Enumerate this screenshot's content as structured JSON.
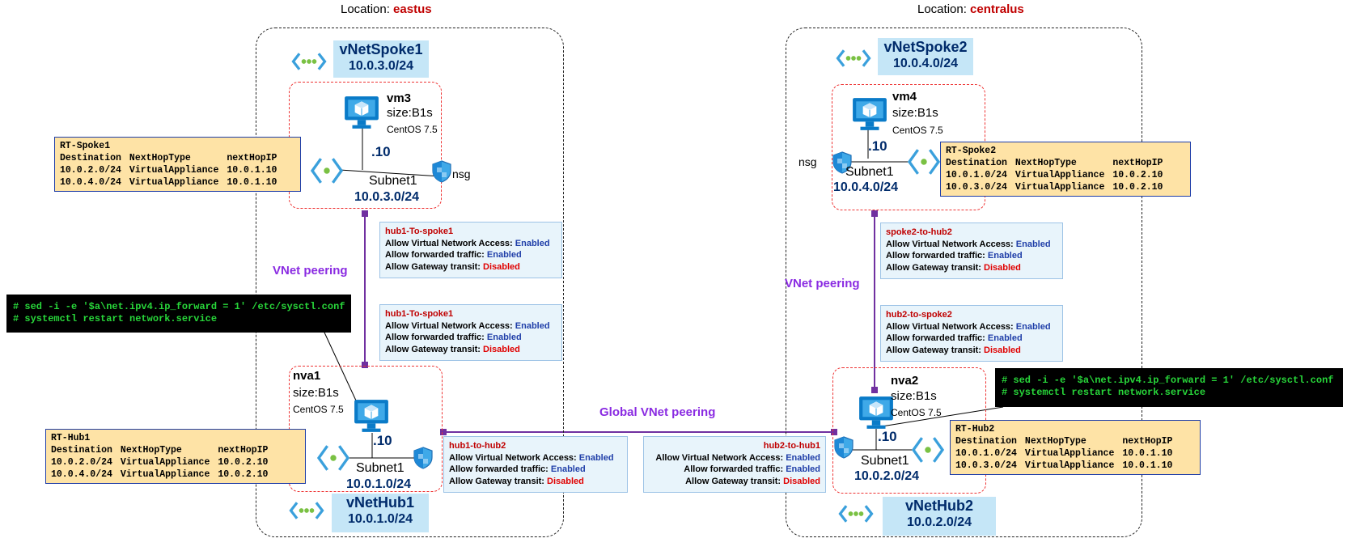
{
  "locations": {
    "east": {
      "prefix": "Location: ",
      "name": "eastus"
    },
    "central": {
      "prefix": "Location: ",
      "name": "centralus"
    }
  },
  "vnets": {
    "spoke1": {
      "name": "vNetSpoke1",
      "cidr": "10.0.3.0/24"
    },
    "spoke2": {
      "name": "vNetSpoke2",
      "cidr": "10.0.4.0/24"
    },
    "hub1": {
      "name": "vNetHub1",
      "cidr": "10.0.1.0/24"
    },
    "hub2": {
      "name": "vNetHub2",
      "cidr": "10.0.2.0/24"
    }
  },
  "vms": {
    "vm3": {
      "name": "vm3",
      "size": "size:B1s",
      "os": "CentOS 7.5",
      "ip": ".10",
      "subnet": "Subnet1",
      "subnet_cidr": "10.0.3.0/24",
      "nsg": "nsg"
    },
    "vm4": {
      "name": "vm4",
      "size": "size:B1s",
      "os": "CentOS 7.5",
      "ip": ".10",
      "subnet": "Subnet1",
      "subnet_cidr": "10.0.4.0/24",
      "nsg": "nsg"
    },
    "nva1": {
      "name": "nva1",
      "size": "size:B1s",
      "os": "CentOS 7.5",
      "ip": ".10",
      "subnet": "Subnet1",
      "subnet_cidr": "10.0.1.0/24"
    },
    "nva2": {
      "name": "nva2",
      "size": "size:B1s",
      "os": "CentOS 7.5",
      "ip": ".10",
      "subnet": "Subnet1",
      "subnet_cidr": "10.0.2.0/24"
    }
  },
  "route_tables": {
    "spoke1": {
      "title": "RT-Spoke1",
      "headers": [
        "Destination",
        "NextHopType",
        "nextHopIP"
      ],
      "rows": [
        [
          "10.0.2.0/24",
          "VirtualAppliance",
          "10.0.1.10"
        ],
        [
          "10.0.4.0/24",
          "VirtualAppliance",
          "10.0.1.10"
        ]
      ]
    },
    "spoke2": {
      "title": "RT-Spoke2",
      "headers": [
        "Destination",
        "NextHopType",
        "nextHopIP"
      ],
      "rows": [
        [
          "10.0.1.0/24",
          "VirtualAppliance",
          "10.0.2.10"
        ],
        [
          "10.0.3.0/24",
          "VirtualAppliance",
          "10.0.2.10"
        ]
      ]
    },
    "hub1": {
      "title": "RT-Hub1",
      "headers": [
        "Destination",
        "NextHopType",
        "nextHopIP"
      ],
      "rows": [
        [
          "10.0.2.0/24",
          "VirtualAppliance",
          "10.0.2.10"
        ],
        [
          "10.0.4.0/24",
          "VirtualAppliance",
          "10.0.2.10"
        ]
      ]
    },
    "hub2": {
      "title": "RT-Hub2",
      "headers": [
        "Destination",
        "NextHopType",
        "nextHopIP"
      ],
      "rows": [
        [
          "10.0.1.0/24",
          "VirtualAppliance",
          "10.0.1.10"
        ],
        [
          "10.0.3.0/24",
          "VirtualAppliance",
          "10.0.1.10"
        ]
      ]
    }
  },
  "peering_labels": {
    "vnet_peering": "VNet peering",
    "global": "Global VNet peering"
  },
  "peerings": {
    "p1": {
      "title": "hub1-To-spoke1",
      "vna_label": "Allow Virtual Network Access: ",
      "vna": "Enabled",
      "fwd_label": "Allow forwarded traffic: ",
      "fwd": "Enabled",
      "gw_label": "Allow Gateway transit: ",
      "gw": "Disabled"
    },
    "p2": {
      "title": "hub1-To-spoke1",
      "vna_label": "Allow Virtual Network Access: ",
      "vna": "Enabled",
      "fwd_label": "Allow forwarded traffic: ",
      "fwd": "Enabled",
      "gw_label": "Allow Gateway transit: ",
      "gw": "Disabled"
    },
    "p3": {
      "title": "spoke2-to-hub2",
      "vna_label": "Allow Virtual Network Access: ",
      "vna": "Enabled",
      "fwd_label": "Allow forwarded traffic: ",
      "fwd": "Enabled",
      "gw_label": "Allow Gateway transit: ",
      "gw": "Disabled"
    },
    "p4": {
      "title": "hub2-to-spoke2",
      "vna_label": "Allow Virtual Network Access: ",
      "vna": "Enabled",
      "fwd_label": "Allow forwarded traffic: ",
      "fwd": "Enabled",
      "gw_label": "Allow Gateway transit: ",
      "gw": "Disabled"
    },
    "p5": {
      "title": "hub1-to-hub2",
      "vna_label": "Allow Virtual Network Access: ",
      "vna": "Enabled",
      "fwd_label": "Allow forwarded traffic: ",
      "fwd": "Enabled",
      "gw_label": "Allow Gateway transit: ",
      "gw": "Disabled"
    },
    "p6": {
      "title": "hub2-to-hub1",
      "vna_label": "Allow Virtual Network Access: ",
      "vna": "Enabled",
      "fwd_label": "Allow forwarded traffic: ",
      "fwd": "Enabled",
      "gw_label": "Allow Gateway transit: ",
      "gw": "Disabled"
    }
  },
  "terminals": {
    "left": {
      "line1": "# sed -i -e '$a\\net.ipv4.ip_forward = 1' /etc/sysctl.conf",
      "line2": "# systemctl restart network.service"
    },
    "right": {
      "line1": "# sed -i -e '$a\\net.ipv4.ip_forward = 1' /etc/sysctl.conf",
      "line2": "# systemctl restart network.service"
    }
  },
  "icons": {
    "vnet": "vnet-icon",
    "subnet": "subnet-icon",
    "vm": "vm-monitor-icon",
    "nsg": "shield-icon"
  },
  "colors": {
    "location_name": "#c00000",
    "vnet_bg": "#c5e6f7",
    "vnet_text": "#002b6b",
    "peering_line": "#7030a0",
    "peering_label": "#8a2be2",
    "route_table_bg": "#fee3a6",
    "enabled": "#1f3ea8",
    "disabled": "#e00000",
    "terminal_text": "#28d73a"
  }
}
